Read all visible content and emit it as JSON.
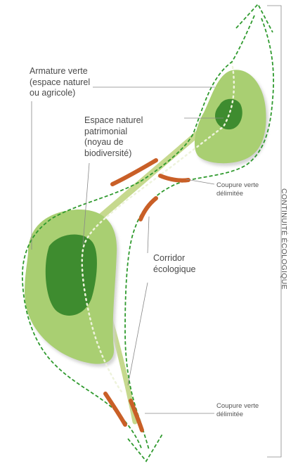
{
  "labels": {
    "armature_verte": [
      "Armature verte",
      "(espace naturel",
      "ou agricole)"
    ],
    "espace_naturel": [
      "Espace naturel",
      "patrimonial",
      "(noyau de",
      "biodiversité)"
    ],
    "corridor": [
      "Corridor",
      "écologique"
    ],
    "coupure_top": [
      "Coupure verte",
      "délimitée"
    ],
    "coupure_bottom": [
      "Coupure verte",
      "délimitée"
    ],
    "side_title": "CONTINUITÉ ÉCOLOGIQUE"
  },
  "colors": {
    "light_green": "#a9cf72",
    "dark_green": "#3e8c2f",
    "dashed_green": "#2f9a2e",
    "corridor_green": "#c6d98e",
    "orange": "#c95f27",
    "dots": "#eef3dc",
    "leader_line": "#888888"
  }
}
